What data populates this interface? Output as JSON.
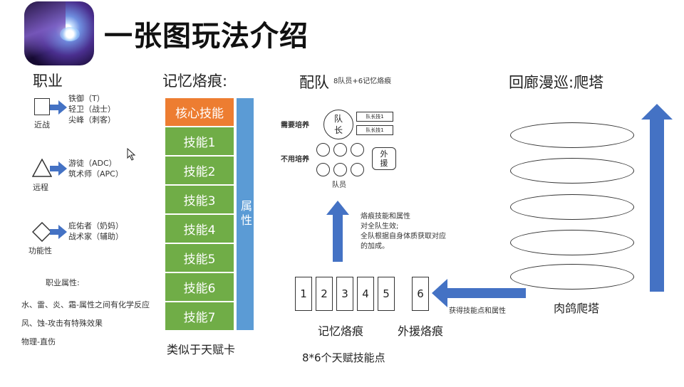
{
  "header": {
    "title": "一张图玩法介绍"
  },
  "classes": {
    "heading": "职业",
    "melee": {
      "members": [
        "铁御（T）",
        "轻卫（战士）",
        "尖峰（刺客）"
      ],
      "label": "近战"
    },
    "ranged": {
      "members": [
        "游徒（ADC）",
        "筑术师（APC）"
      ],
      "label": "远程"
    },
    "support": {
      "members": [
        "庇佑者（奶妈）",
        "战术家（辅助）"
      ],
      "label": "功能性"
    },
    "attributes": {
      "title": "职业属性:",
      "lines": [
        "水、雷、炎、霜-属性之间有化学反应",
        "风、蚀-攻击有特殊效果",
        "物理-直伤"
      ]
    }
  },
  "memory": {
    "heading": "记忆烙痕:",
    "core_skill": "核心技能",
    "skills": [
      "技能1",
      "技能2",
      "技能3",
      "技能4",
      "技能5",
      "技能6",
      "技能7"
    ],
    "attribute_bar": "属性",
    "caption": "类似于天赋卡"
  },
  "team": {
    "heading": "配队",
    "subheading": "8队员+6记忆烙痕",
    "need_train": "需要培养",
    "no_train": "不用培养",
    "captain": "队长",
    "captain_skill_1": "队长技1",
    "captain_skill_2": "队长技1",
    "support": "外援",
    "members_label": "队员",
    "effect_lines": [
      "烙痕技能和属性",
      "对全队生效;",
      "全队根据自身体质获取对应",
      "的加成。"
    ]
  },
  "cards": {
    "numbers": [
      "1",
      "2",
      "3",
      "4",
      "5"
    ],
    "support_number": "6",
    "memory_label": "记忆烙痕",
    "support_label": "外援烙痕",
    "talent_points": "8*6个天赋技能点",
    "arrow_label": "获得技能点和属性"
  },
  "tower": {
    "heading": "回廊漫巡:爬塔",
    "label": "肉鸽爬塔"
  },
  "colors": {
    "orange": "#ed7d31",
    "green": "#70ad47",
    "blue": "#5b9bd5",
    "arrow_blue": "#4472c4"
  }
}
